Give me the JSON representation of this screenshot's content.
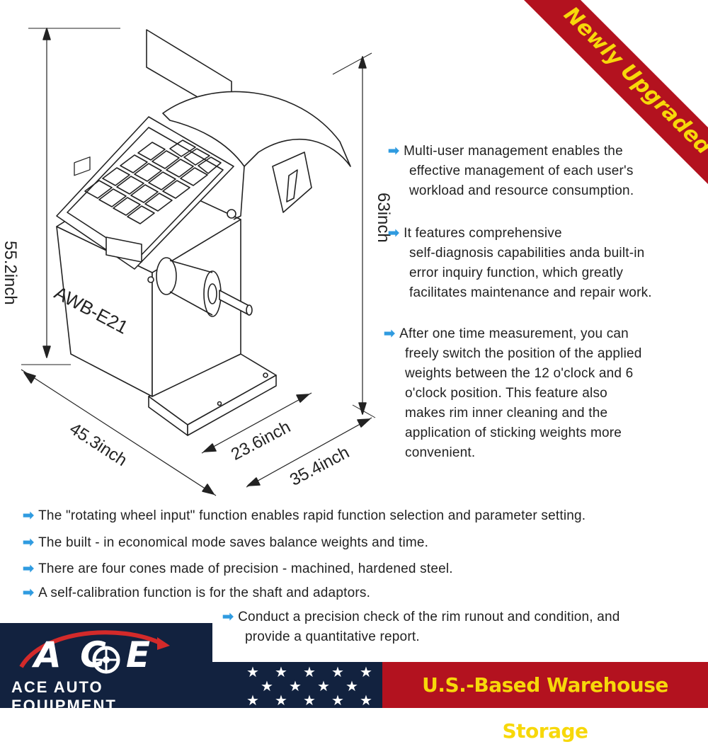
{
  "ribbon": {
    "text": "Newly Upgraded",
    "color": "#b3121f",
    "text_color": "#f7d80a"
  },
  "machine": {
    "model": "AWB-E21"
  },
  "dimensions": {
    "height_left": "55.2inch",
    "height_right": "63inch",
    "width_left": "45.3inch",
    "depth_middle": "23.6inch",
    "depth_right": "35.4inch"
  },
  "features_right": [
    {
      "icon": "arrow-right-icon",
      "lines": [
        "Multi-user management enables the",
        "effective management of each user's",
        "workload and resource consumption."
      ]
    },
    {
      "icon": "arrow-right-icon",
      "lines": [
        "It features comprehensive",
        "self-diagnosis capabilities anda built-in",
        "error inquiry function, which greatly",
        "facilitates maintenance and repair work."
      ]
    },
    {
      "icon": "arrow-right-icon",
      "lines": [
        "After one time measurement, you can",
        "freely switch the position of the applied",
        "weights between the 12 o'clock and 6",
        "o'clock position. This feature also",
        "makes rim inner cleaning and the",
        "application of sticking weights more",
        "convenient."
      ]
    }
  ],
  "features_bottom": [
    {
      "icon": "arrow-right-icon",
      "text": "The \"rotating wheel input\" function enables rapid function selection and parameter setting."
    },
    {
      "icon": "arrow-right-icon",
      "text": "The built - in economical mode saves balance weights and time."
    },
    {
      "icon": "arrow-right-icon",
      "text": "There are four cones made of precision - machined, hardened steel."
    },
    {
      "icon": "arrow-right-icon",
      "text": "A self-calibration function is for the shaft and adaptors."
    },
    {
      "icon": "arrow-right-icon",
      "lines": [
        "Conduct a precision check of the rim runout and condition, and",
        "provide a quantitative report."
      ]
    }
  ],
  "footer": {
    "logo_text": "ACE",
    "brand": "ACE AUTO EQUIPMENT",
    "warehouse": "U.S.-Based Warehouse Storage",
    "colors": {
      "navy": "#12223f",
      "red": "#b3121f",
      "yellow": "#f7d80a",
      "arrow_blue": "#2f9be0"
    }
  }
}
